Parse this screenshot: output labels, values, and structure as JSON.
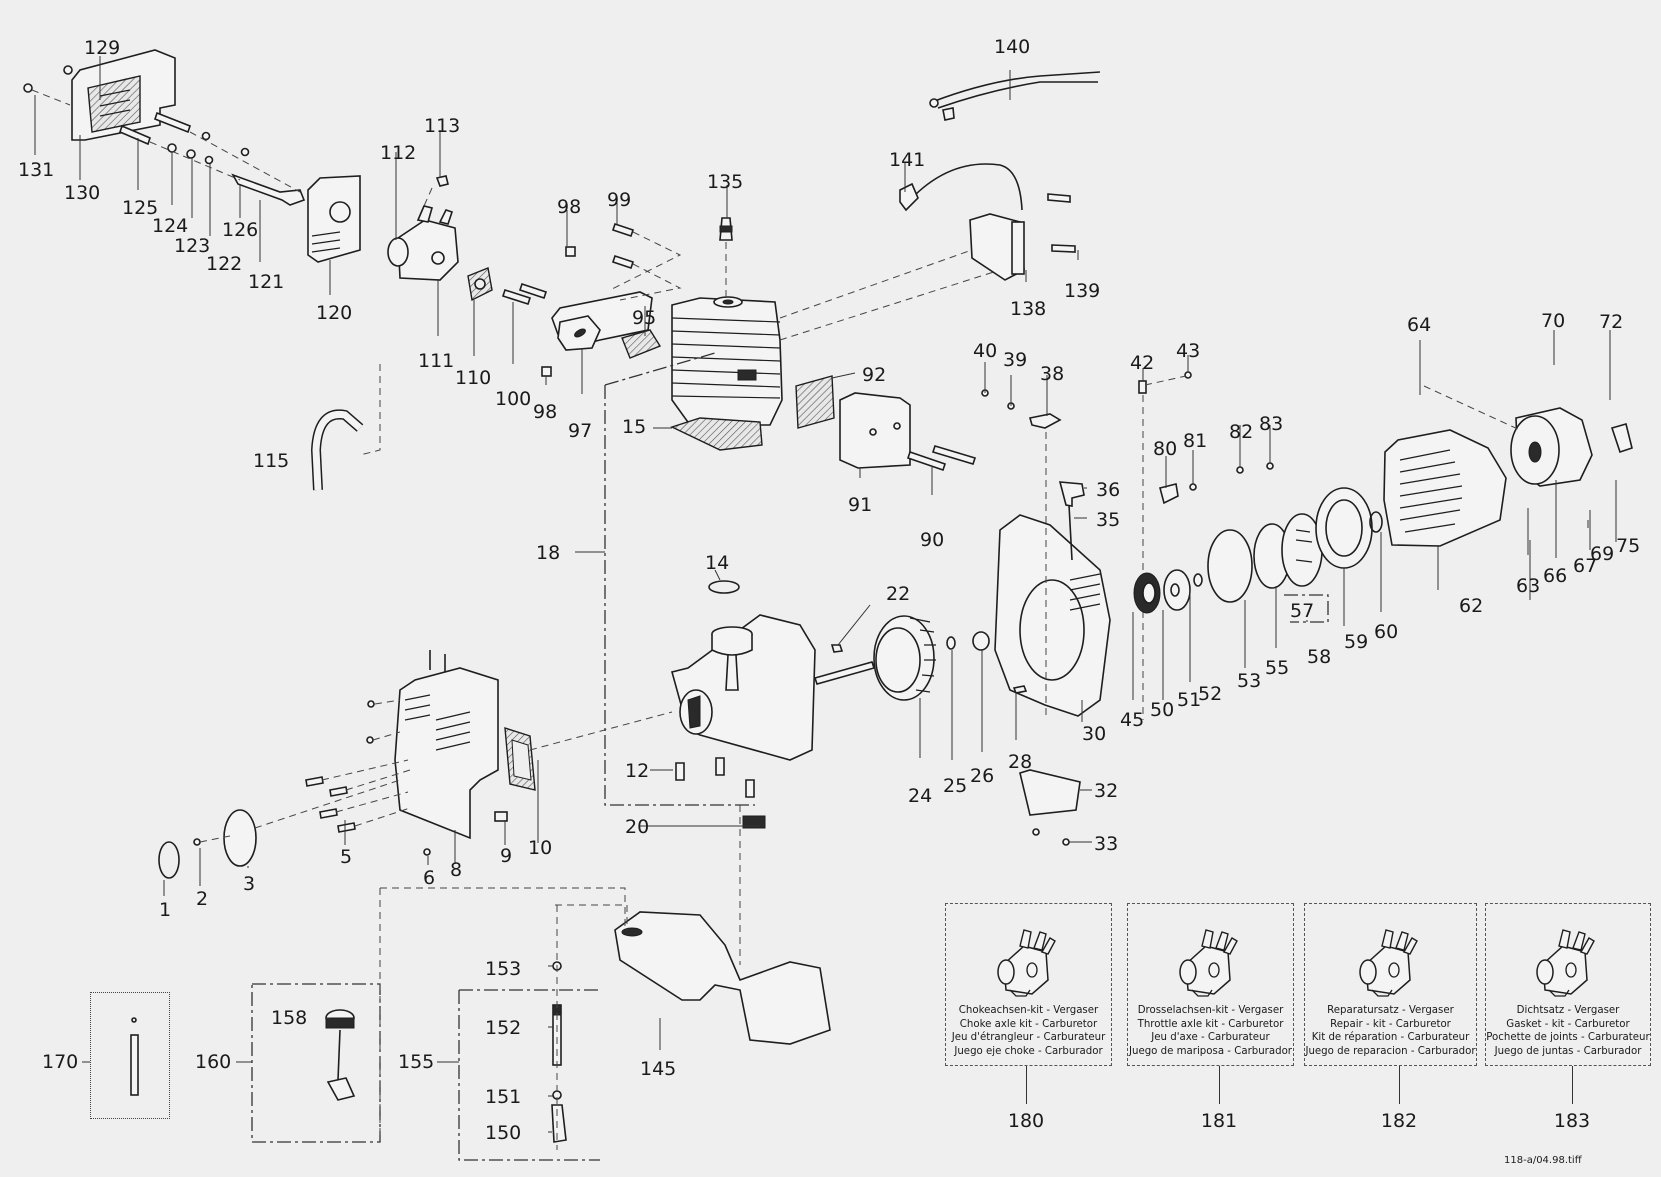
{
  "diagram": {
    "type": "exploded-parts-diagram",
    "subject": "Two-stroke engine assembly with carburetor kits",
    "part_labels": {
      "p1": "1",
      "p2": "2",
      "p3": "3",
      "p5": "5",
      "p6": "6",
      "p8": "8",
      "p9": "9",
      "p10": "10",
      "p12": "12",
      "p14": "14",
      "p15": "15",
      "p18": "18",
      "p20": "20",
      "p22": "22",
      "p24": "24",
      "p25": "25",
      "p26": "26",
      "p28": "28",
      "p30": "30",
      "p32": "32",
      "p33": "33",
      "p35": "35",
      "p36": "36",
      "p38": "38",
      "p39": "39",
      "p40": "40",
      "p42": "42",
      "p43": "43",
      "p45": "45",
      "p50": "50",
      "p51": "51",
      "p52": "52",
      "p53": "53",
      "p55": "55",
      "p57": "57",
      "p58": "58",
      "p59": "59",
      "p60": "60",
      "p62": "62",
      "p63": "63",
      "p64": "64",
      "p66": "66",
      "p67": "67",
      "p69": "69",
      "p70": "70",
      "p72": "72",
      "p75": "75",
      "p80": "80",
      "p81": "81",
      "p82": "82",
      "p83": "83",
      "p90": "90",
      "p91": "91",
      "p92": "92",
      "p95": "95",
      "p97": "97",
      "p98a": "98",
      "p98b": "98",
      "p99": "99",
      "p100": "100",
      "p110": "110",
      "p111": "111",
      "p112": "112",
      "p113": "113",
      "p115": "115",
      "p120": "120",
      "p121": "121",
      "p122": "122",
      "p123": "123",
      "p124": "124",
      "p125": "125",
      "p126": "126",
      "p129": "129",
      "p130": "130",
      "p131": "131",
      "p135": "135",
      "p138": "138",
      "p139": "139",
      "p140": "140",
      "p141": "141",
      "p145": "145",
      "p150": "150",
      "p151": "151",
      "p152": "152",
      "p153": "153",
      "p155": "155",
      "p158": "158",
      "p160": "160",
      "p170": "170"
    },
    "kits": [
      {
        "number": "180",
        "lines": [
          "Chokeachsen-kit - Vergaser",
          "Choke axle kit - Carburetor",
          "Jeu d'étrangleur - Carburateur",
          "Juego eje choke - Carburador"
        ]
      },
      {
        "number": "181",
        "lines": [
          "Drosselachsen-kit - Vergaser",
          "Throttle axle kit - Carburetor",
          "Jeu d'axe - Carburateur",
          "Juego de mariposa - Carburador"
        ]
      },
      {
        "number": "182",
        "lines": [
          "Reparatursatz - Vergaser",
          "Repair - kit - Carburetor",
          "Kit de réparation - Carburateur",
          "Juego de reparacion - Carburador"
        ]
      },
      {
        "number": "183",
        "lines": [
          "Dichtsatz - Vergaser",
          "Gasket - kit - Carburetor",
          "Pochette de joints - Carburateur",
          "Juego de juntas - Carburador"
        ]
      }
    ],
    "footer": "118-a/04.98.tiff"
  }
}
